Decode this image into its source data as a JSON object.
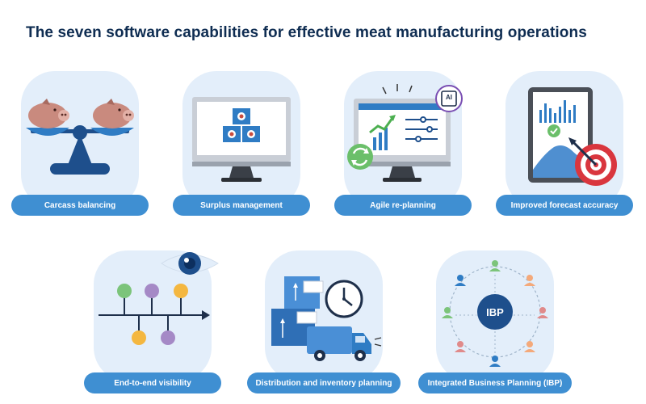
{
  "title": "The seven software capabilities for effective meat manufacturing operations",
  "colors": {
    "title": "#0f2d52",
    "pill": "#3f8fd2",
    "card_bg": "#e3eefa",
    "dark_blue": "#1e4f8c",
    "mid_blue": "#2f7cc4",
    "pig": "#c98a7e",
    "green": "#7cc47a",
    "orange": "#f4b740",
    "purple": "#a589c6",
    "red": "#d9363e"
  },
  "capabilities": [
    {
      "label": "Carcass balancing",
      "icon": "scale-with-pigs-icon"
    },
    {
      "label": "Surplus management",
      "icon": "monitor-boxes-icon"
    },
    {
      "label": "Agile re-planning",
      "icon": "monitor-chart-ai-icon",
      "badge": "AI"
    },
    {
      "label": "Improved forecast accuracy",
      "icon": "tablet-target-icon"
    },
    {
      "label": "End-to-end visibility",
      "icon": "eye-timeline-icon"
    },
    {
      "label": "Distribution and inventory planning",
      "icon": "truck-clock-icon"
    },
    {
      "label": "Integrated Business Planning (IBP)",
      "icon": "ibp-network-icon",
      "badge": "IBP"
    }
  ]
}
